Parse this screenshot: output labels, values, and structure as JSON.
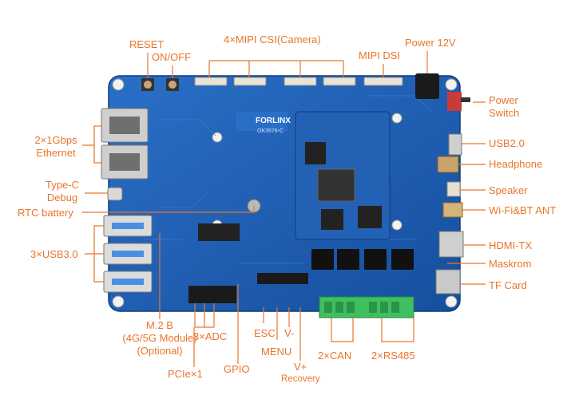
{
  "labels": {
    "reset": "RESET",
    "onoff": "ON/OFF",
    "mipi_csi": "4×MIPI CSI(Camera)",
    "mipi_dsi": "MIPI DSI",
    "power12v": "Power 12V",
    "power_switch_1": "Power",
    "power_switch_2": "Switch",
    "ethernet_1": "2×1Gbps",
    "ethernet_2": "Ethernet",
    "usb20": "USB2.0",
    "headphone": "Headphone",
    "typec_1": "Type-C",
    "typec_2": "Debug",
    "speaker": "Speaker",
    "rtc": "RTC battery",
    "wifi": "Wi-Fi&BT ANT",
    "usb30": "3×USB3.0",
    "hdmi": "HDMI-TX",
    "maskrom": "Maskrom",
    "tf": "TF Card",
    "m2_1": "M.2 B",
    "m2_2": "(4G/5G Module)",
    "m2_3": "(Optional)",
    "adc": "3×ADC",
    "esc": "ESC",
    "vminus": "V-",
    "menu": "MENU",
    "vplus": "V+",
    "recovery": "Recovery",
    "can": "2×CAN",
    "rs485": "2×RS485",
    "pcie": "PCIe×1",
    "gpio": "GPIO"
  },
  "board": {
    "brand": "FORLINX",
    "model": "OK3576-C"
  },
  "colors": {
    "label": "#e8762b",
    "line": "#e8762b",
    "pcb": "#1d5fb4",
    "pcb_dark": "#12468e",
    "terminal": "#3fbf5f"
  }
}
